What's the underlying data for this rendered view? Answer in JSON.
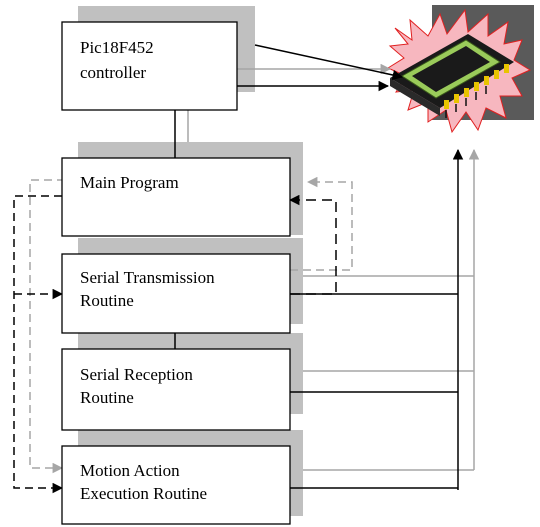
{
  "colors": {
    "box_fill": "#ffffff",
    "box_border": "#000000",
    "shadow": "#c0c0c0",
    "black_line": "#000000",
    "gray_line": "#a6a6a6",
    "chip_burst": "#f7b7bf",
    "chip_burst_stroke": "#ff0000",
    "chip_body": "#1a1a1a",
    "chip_top": "#9acb5a",
    "chip_pins": "#e8c400",
    "chip_backdrop": "#5a5a5a"
  },
  "nodes": {
    "controller": {
      "line1": "Pic18F452",
      "line2": "controller"
    },
    "main_program": {
      "line1": "Main Program"
    },
    "serial_tx": {
      "line1": "Serial Transmission",
      "line2": "Routine"
    },
    "serial_rx": {
      "line1": "Serial Reception",
      "line2": "Routine"
    },
    "motion": {
      "line1": "Motion Action",
      "line2": "Execution Routine"
    }
  },
  "icons": {
    "microchip": "microchip-icon"
  }
}
